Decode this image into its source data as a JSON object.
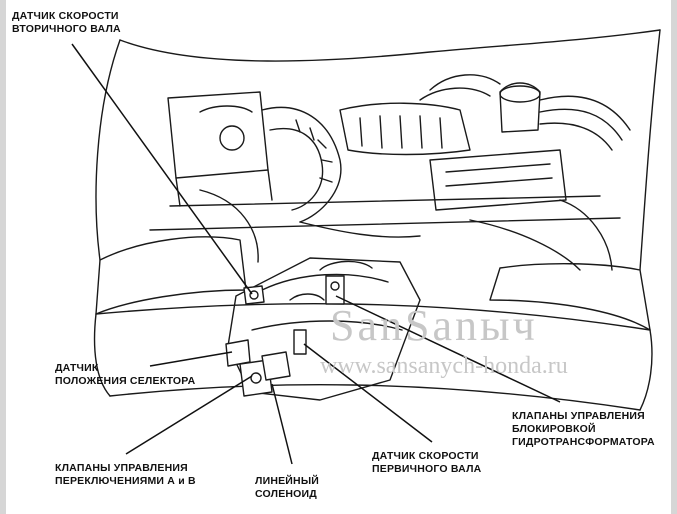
{
  "labels": {
    "output_shaft_sensor": [
      "ДАТЧИК СКОРОСТИ",
      "ВТОРИЧНОГО ВАЛА"
    ],
    "selector_position_sensor": [
      "ДАТЧИК",
      "ПОЛОЖЕНИЯ СЕЛЕКТОРА"
    ],
    "shift_valves": [
      "КЛАПАНЫ УПРАВЛЕНИЯ",
      "ПЕРЕКЛЮЧЕНИЯМИ А и В"
    ],
    "linear_solenoid": [
      "ЛИНЕЙНЫЙ",
      "СОЛЕНОИД"
    ],
    "input_shaft_sensor": [
      "ДАТЧИК СКОРОСТИ",
      "ПЕРВИЧНОГО ВАЛА"
    ],
    "lockup_valves": [
      "КЛАПАНЫ УПРАВЛЕНИЯ",
      "БЛОКИРОВКОЙ",
      "ГИДРОТРАНСФОРМАТОРА"
    ]
  },
  "watermark": {
    "big": "SanSanыч",
    "small": "www.sansanych-honda.ru"
  }
}
